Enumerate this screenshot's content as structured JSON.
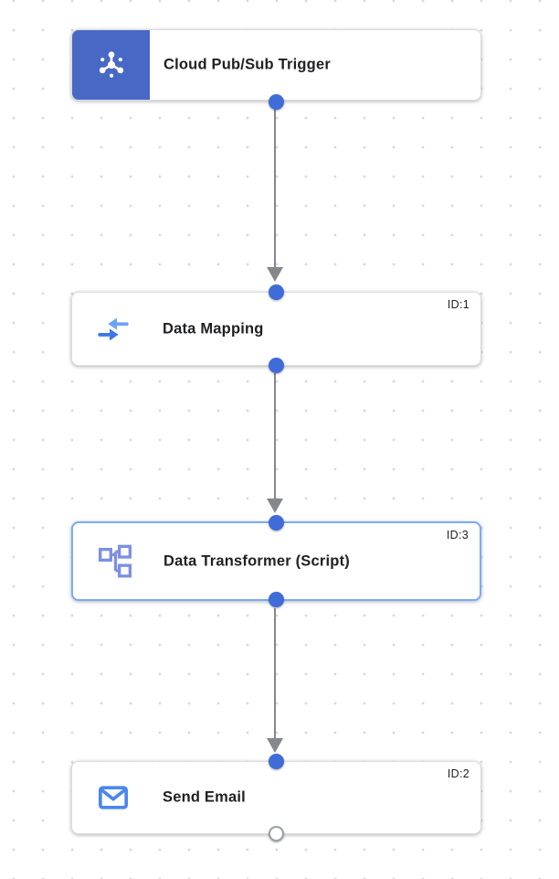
{
  "app": {
    "view": "integration-flow-editor-canvas"
  },
  "colors": {
    "connector-blue": "#3F6CD8",
    "trigger-block-blue": "#4868C6",
    "selected-border-blue": "#7BAAF7",
    "edge-gray": "#85888C",
    "node-border-gray": "#DADCE0",
    "title-text": "#202124",
    "id-text": "#202124",
    "grid-dot": "#D9D9D9",
    "icon-blue": "#4C86EC",
    "icon-blue-light": "#6FA0F2",
    "icon-blue-dark": "#3C78E8",
    "transformer-icon-blue": "#7C90E2",
    "empty-connector-border": "#9AA0A6",
    "canvas-bg": "#FFFFFF"
  },
  "nodes": [
    {
      "title": "Cloud Pub/Sub Trigger",
      "id_label": "",
      "icon": "pubsub-icon",
      "kind": "trigger",
      "selected": false,
      "top_connector": "none",
      "bottom_connector": "filled"
    },
    {
      "title": "Data Mapping",
      "id_label": "ID:1",
      "icon": "data-mapping-icon",
      "kind": "task",
      "selected": false,
      "top_connector": "filled",
      "bottom_connector": "filled"
    },
    {
      "title": "Data Transformer (Script)",
      "id_label": "ID:3",
      "icon": "data-transformer-icon",
      "kind": "task",
      "selected": true,
      "top_connector": "filled",
      "bottom_connector": "filled"
    },
    {
      "title": "Send Email",
      "id_label": "ID:2",
      "icon": "send-email-icon",
      "kind": "task",
      "selected": false,
      "top_connector": "filled",
      "bottom_connector": "empty"
    }
  ],
  "edges": [
    {
      "from": "Cloud Pub/Sub Trigger",
      "to": "Data Mapping"
    },
    {
      "from": "Data Mapping",
      "to": "Data Transformer (Script)"
    },
    {
      "from": "Data Transformer (Script)",
      "to": "Send Email"
    }
  ]
}
